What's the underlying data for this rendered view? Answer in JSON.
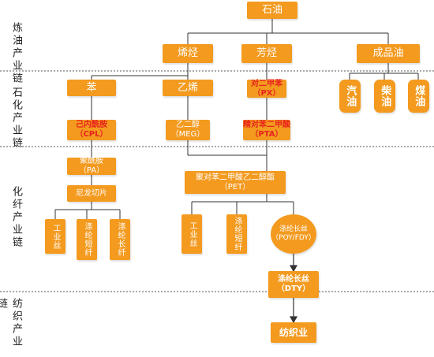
{
  "stages": {
    "refining": "炼油产业链",
    "petrochem": "石化产业链",
    "fiber": "化纤产业链",
    "textile": "纺织产业链"
  },
  "nodes": {
    "crude_oil": "石油",
    "olefins": "烯烃",
    "aromatics": "芳烃",
    "refined_oil": "成品油",
    "gasoline": "汽油",
    "diesel": "柴油",
    "kerosene": "煤油",
    "benzene": "苯",
    "ethylene": "乙烯",
    "px_line1": "对二甲苯",
    "px_line2": "（PX）",
    "cpl_line1": "己内酰胺",
    "cpl_line2": "（CPL）",
    "meg_line1": "乙二醇",
    "meg_line2": "（MEG）",
    "pta_line1": "精对苯二甲酸",
    "pta_line2": "（PTA）",
    "pa_line1": "聚酰胺",
    "pa_line2": "（PA）",
    "nylon_chips": "尼龙切片",
    "pet_line1": "聚对苯二甲酸乙二醇酯",
    "pet_line2": "（PET）",
    "industrial_yarn_a": "工业丝",
    "polyester_staple_a": "涤纶短纤",
    "polyester_filament_a": "涤纶长纤",
    "industrial_yarn_b": "工业丝",
    "polyester_staple_b": "涤纶短纤",
    "poy_line1": "涤纶长丝",
    "poy_line2": "（POY/FDY）",
    "dty_line1": "涤纶长丝",
    "dty_line2": "（DTY）",
    "textile_industry": "纺织业"
  },
  "colors": {
    "node_fill": "#f39a1f",
    "node_text": "#ffffff",
    "highlight_text": "#e8231e",
    "separator": "#555555",
    "connector": "#333333"
  }
}
